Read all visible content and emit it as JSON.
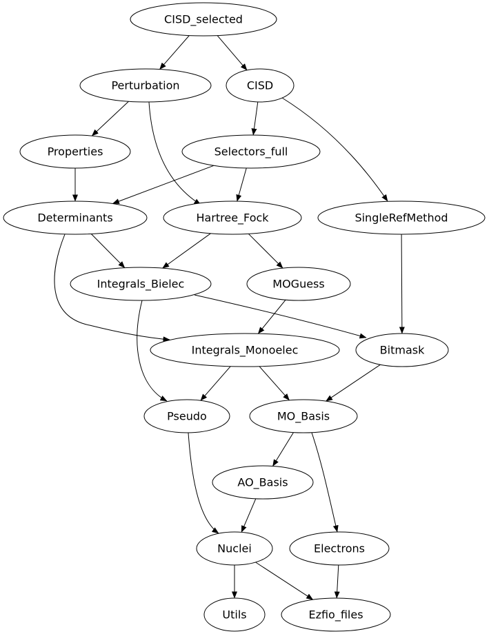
{
  "colors": {
    "highlight": "#e00000",
    "default": "#000000"
  },
  "nodes": [
    {
      "id": "CISD_selected",
      "label": "CISD_selected",
      "highlighted": true
    },
    {
      "id": "Perturbation",
      "label": "Perturbation"
    },
    {
      "id": "CISD",
      "label": "CISD"
    },
    {
      "id": "Properties",
      "label": "Properties"
    },
    {
      "id": "Selectors_full",
      "label": "Selectors_full"
    },
    {
      "id": "Determinants",
      "label": "Determinants"
    },
    {
      "id": "Hartree_Fock",
      "label": "Hartree_Fock"
    },
    {
      "id": "SingleRefMethod",
      "label": "SingleRefMethod"
    },
    {
      "id": "Integrals_Bielec",
      "label": "Integrals_Bielec"
    },
    {
      "id": "MOGuess",
      "label": "MOGuess"
    },
    {
      "id": "Integrals_Monoelec",
      "label": "Integrals_Monoelec"
    },
    {
      "id": "Bitmask",
      "label": "Bitmask"
    },
    {
      "id": "Pseudo",
      "label": "Pseudo"
    },
    {
      "id": "MO_Basis",
      "label": "MO_Basis"
    },
    {
      "id": "AO_Basis",
      "label": "AO_Basis"
    },
    {
      "id": "Nuclei",
      "label": "Nuclei"
    },
    {
      "id": "Electrons",
      "label": "Electrons"
    },
    {
      "id": "Utils",
      "label": "Utils"
    },
    {
      "id": "Ezfio_files",
      "label": "Ezfio_files"
    }
  ],
  "edges": [
    {
      "from": "CISD_selected",
      "to": "Perturbation"
    },
    {
      "from": "CISD_selected",
      "to": "CISD"
    },
    {
      "from": "Perturbation",
      "to": "Properties"
    },
    {
      "from": "Perturbation",
      "to": "Hartree_Fock"
    },
    {
      "from": "CISD",
      "to": "Selectors_full"
    },
    {
      "from": "CISD",
      "to": "SingleRefMethod"
    },
    {
      "from": "Properties",
      "to": "Determinants"
    },
    {
      "from": "Selectors_full",
      "to": "Determinants"
    },
    {
      "from": "Selectors_full",
      "to": "Hartree_Fock"
    },
    {
      "from": "Determinants",
      "to": "Integrals_Bielec"
    },
    {
      "from": "Determinants",
      "to": "Integrals_Monoelec"
    },
    {
      "from": "Hartree_Fock",
      "to": "Integrals_Bielec"
    },
    {
      "from": "Hartree_Fock",
      "to": "MOGuess"
    },
    {
      "from": "SingleRefMethod",
      "to": "Bitmask"
    },
    {
      "from": "Integrals_Bielec",
      "to": "Bitmask"
    },
    {
      "from": "Integrals_Bielec",
      "to": "Pseudo"
    },
    {
      "from": "MOGuess",
      "to": "Integrals_Monoelec"
    },
    {
      "from": "Integrals_Monoelec",
      "to": "Pseudo"
    },
    {
      "from": "Integrals_Monoelec",
      "to": "MO_Basis"
    },
    {
      "from": "Bitmask",
      "to": "MO_Basis"
    },
    {
      "from": "Pseudo",
      "to": "Nuclei"
    },
    {
      "from": "MO_Basis",
      "to": "AO_Basis"
    },
    {
      "from": "MO_Basis",
      "to": "Electrons"
    },
    {
      "from": "AO_Basis",
      "to": "Nuclei"
    },
    {
      "from": "Nuclei",
      "to": "Utils"
    },
    {
      "from": "Nuclei",
      "to": "Ezfio_files"
    },
    {
      "from": "Electrons",
      "to": "Ezfio_files"
    }
  ]
}
